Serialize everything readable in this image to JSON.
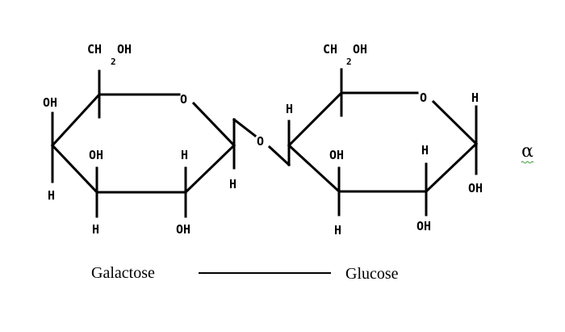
{
  "galactose": {
    "ch2oh": {
      "ch": "CH",
      "sub": "2",
      "oh": "OH"
    },
    "ring_o": "O",
    "c4_oh": "OH",
    "c4_h": "H",
    "c3_oh": "OH",
    "c3_h": "H",
    "c2_h": "H",
    "c2_oh": "OH",
    "c1_h": "H",
    "name": "Galactose"
  },
  "linkage": {
    "o": "O"
  },
  "glucose": {
    "ch2oh": {
      "ch": "CH",
      "sub": "2",
      "oh": "OH"
    },
    "ring_o": "O",
    "c4_h": "H",
    "c3_oh": "OH",
    "c3_h": "H",
    "c2_h": "H",
    "c2_oh": "OH",
    "c1_h": "H",
    "c1_oh": "OH",
    "name": "Glucose"
  },
  "anomer": {
    "symbol": "α"
  },
  "colors": {
    "bond": "#000000",
    "squiggle": "#3a9a3a"
  }
}
